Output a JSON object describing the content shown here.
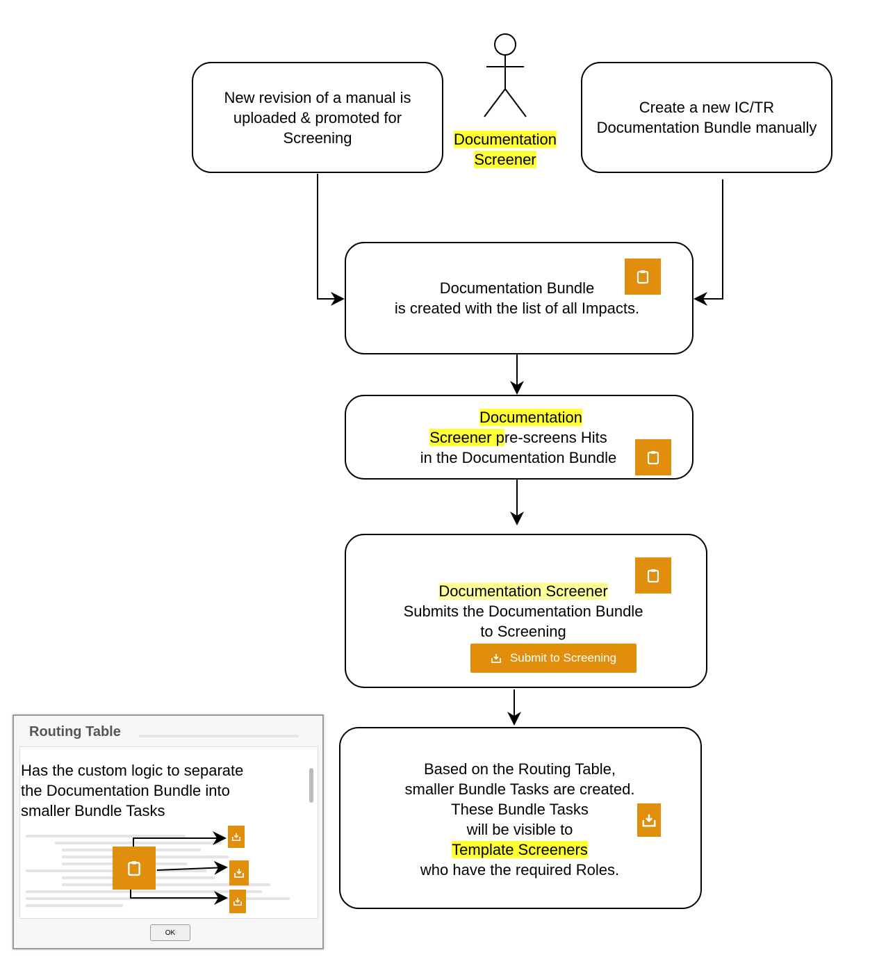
{
  "actor": {
    "line1": "Documentation",
    "line2": "Screener"
  },
  "boxes": {
    "revision": [
      "New revision of a manual is",
      "uploaded & promoted for",
      "Screening"
    ],
    "create": [
      "Create a new IC/TR",
      "Documentation Bundle manually"
    ],
    "bundle": [
      "Documentation Bundle",
      "is created with the list of all Impacts."
    ],
    "prescreen": {
      "hl1": "Documentation",
      "hl2": "Screener p",
      "rest2": "re-screens Hits",
      "line3": "in the Documentation Bundle"
    },
    "submit": {
      "hl": "Documentation Screener",
      "line2": "Submits the Documentation Bundle",
      "line3": "to Screening",
      "button": "Submit to Screening"
    },
    "routing": {
      "line1": "Based on the Routing Table,",
      "line2": "smaller Bundle Tasks are created.",
      "line3": "These Bundle Tasks",
      "line4": "will be visible to",
      "hl": "Template Screeners",
      "line6": "who have the required Roles."
    }
  },
  "dialog": {
    "title": "Routing Table",
    "desc": [
      "Has the custom logic to separate",
      "the Documentation Bundle into",
      "smaller Bundle Tasks"
    ],
    "ok": "OK"
  },
  "icons": {
    "bundle": "clipboard-icon",
    "task": "inbox-download-icon"
  },
  "colors": {
    "accent": "#e08e0b",
    "highlight": "#ffff33",
    "highlight_soft": "#ffff99"
  }
}
